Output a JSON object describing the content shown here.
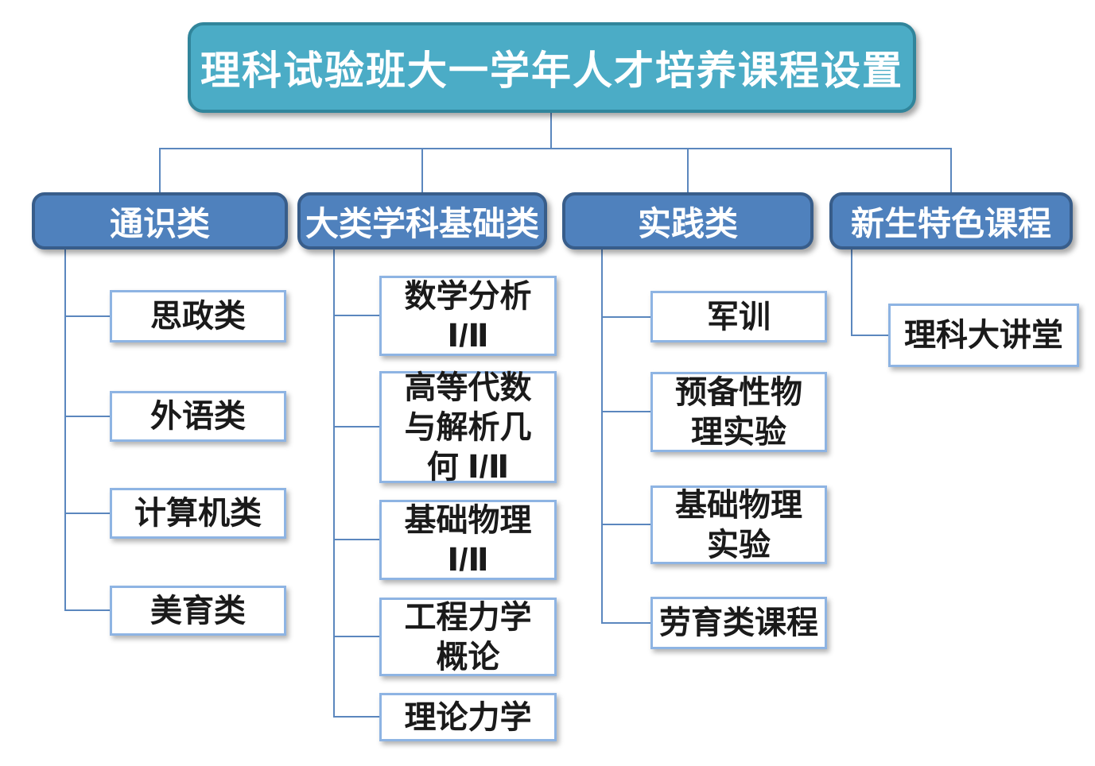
{
  "diagram": {
    "title": "理科试验班大一学年人才培养课程设置",
    "colors": {
      "root_fill": "#4bacc6",
      "root_border": "#31859b",
      "branch_fill": "#4f81bd",
      "branch_border": "#385d8a",
      "leaf_border": "#8eb4e3",
      "leaf_text": "#1a1a1a",
      "connector": "#5b87be"
    },
    "branches": [
      {
        "label": "通识类",
        "children": [
          "思政类",
          "外语类",
          "计算机类",
          "美育类"
        ]
      },
      {
        "label": "大类学科基础类",
        "children": [
          "数学分析\nⅠ/Ⅱ",
          "高等代数\n与解析几\n何 Ⅰ/Ⅱ",
          "基础物理\nⅠ/Ⅱ",
          "工程力学\n概论",
          "理论力学"
        ]
      },
      {
        "label": "实践类",
        "children": [
          "军训",
          "预备性物\n理实验",
          "基础物理\n实验",
          "劳育类课程"
        ]
      },
      {
        "label": "新生特色课程",
        "children": [
          "理科大讲堂"
        ]
      }
    ]
  }
}
